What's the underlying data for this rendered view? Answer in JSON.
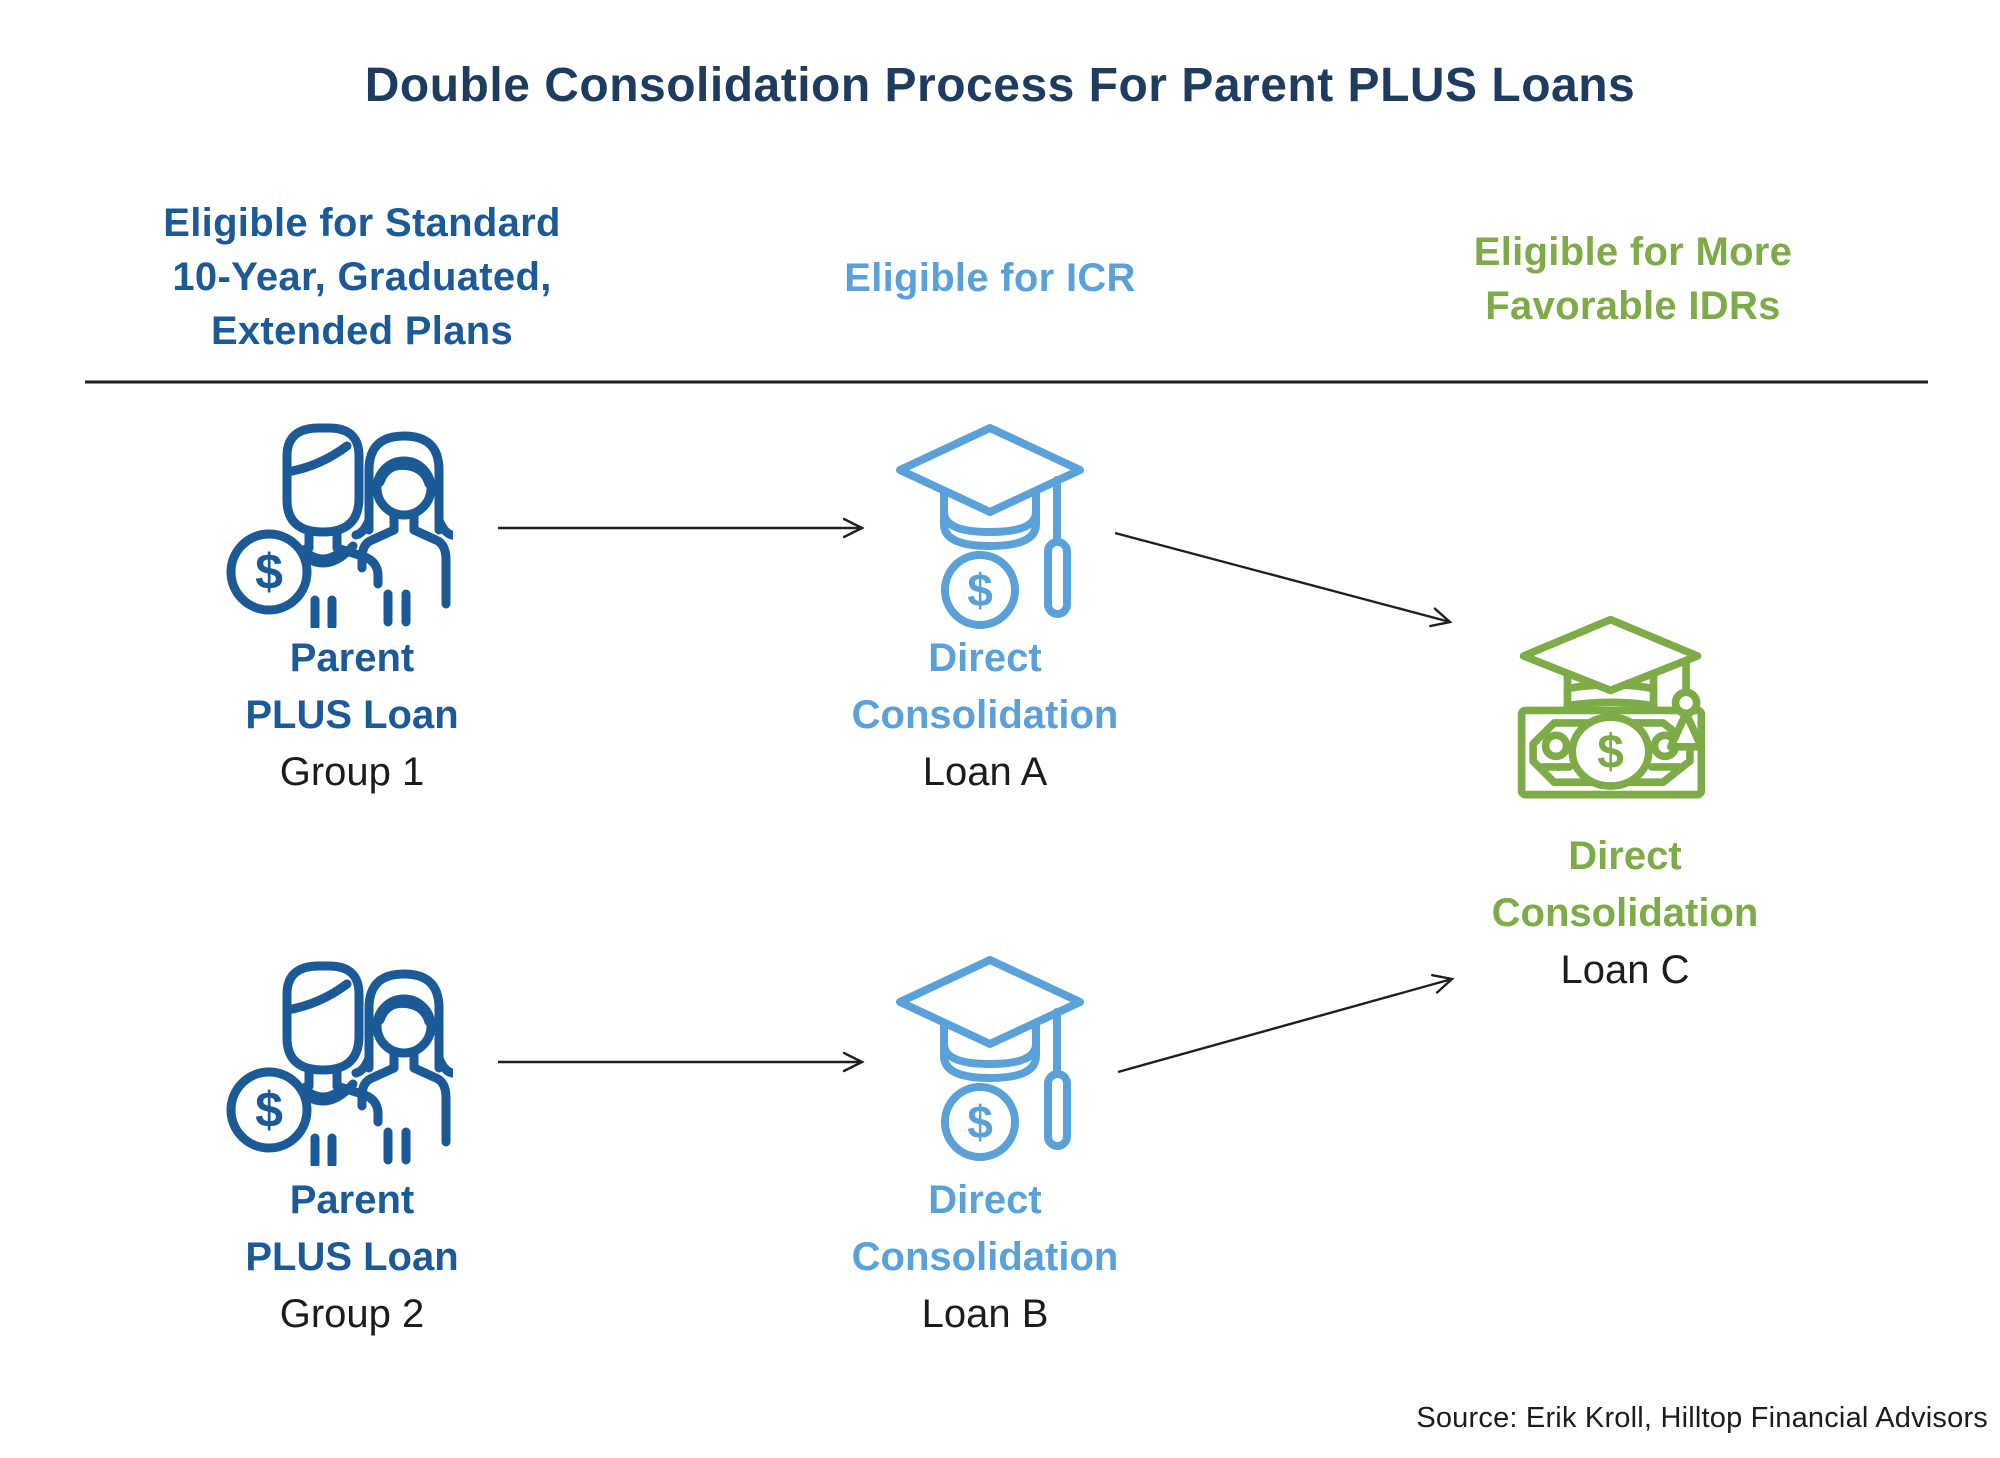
{
  "title": "Double Consolidation Process For Parent PLUS Loans",
  "columns": [
    {
      "id": "standard-plans",
      "lines": [
        "Eligible for Standard",
        "10-Year, Graduated,",
        "Extended Plans"
      ],
      "color": "#1b5a97"
    },
    {
      "id": "icr",
      "lines": [
        "Eligible for ICR"
      ],
      "color": "#5ba1d9"
    },
    {
      "id": "favorable-idrs",
      "lines": [
        "Eligible for More",
        "Favorable IDRs"
      ],
      "color": "#7dab47"
    }
  ],
  "nodes": {
    "group1": {
      "emphasis": [
        "Parent",
        "PLUS Loan"
      ],
      "detail": "Group 1"
    },
    "loan_a": {
      "emphasis": [
        "Direct",
        "Consolidation"
      ],
      "detail": "Loan A"
    },
    "loan_c": {
      "emphasis": [
        "Direct",
        "Consolidation"
      ],
      "detail": "Loan C"
    },
    "group2": {
      "emphasis": [
        "Parent",
        "PLUS Loan"
      ],
      "detail": "Group 2"
    },
    "loan_b": {
      "emphasis": [
        "Direct",
        "Consolidation"
      ],
      "detail": "Loan B"
    }
  },
  "flows": [
    {
      "from": "Parent PLUS Loan Group 1",
      "to": "Direct Consolidation Loan A"
    },
    {
      "from": "Parent PLUS Loan Group 2",
      "to": "Direct Consolidation Loan B"
    },
    {
      "from": "Direct Consolidation Loan A",
      "to": "Direct Consolidation Loan C"
    },
    {
      "from": "Direct Consolidation Loan B",
      "to": "Direct Consolidation Loan C"
    }
  ],
  "icons": {
    "dollar_symbol": "$",
    "parents": "parents-couple-with-dollar-coin",
    "consolidation_loan": "graduation-cap-with-dollar-coin",
    "final_loan": "banknote-with-graduation-cap"
  },
  "source": "Source: Erik Kroll, Hilltop Financial Advisors",
  "colors": {
    "title_navy": "#1d3c5f",
    "primary_blue": "#1b5a97",
    "light_blue": "#5ba1d9",
    "green": "#7dab47",
    "text_black": "#1c1c1c",
    "connector_black": "#1f1f1f"
  }
}
